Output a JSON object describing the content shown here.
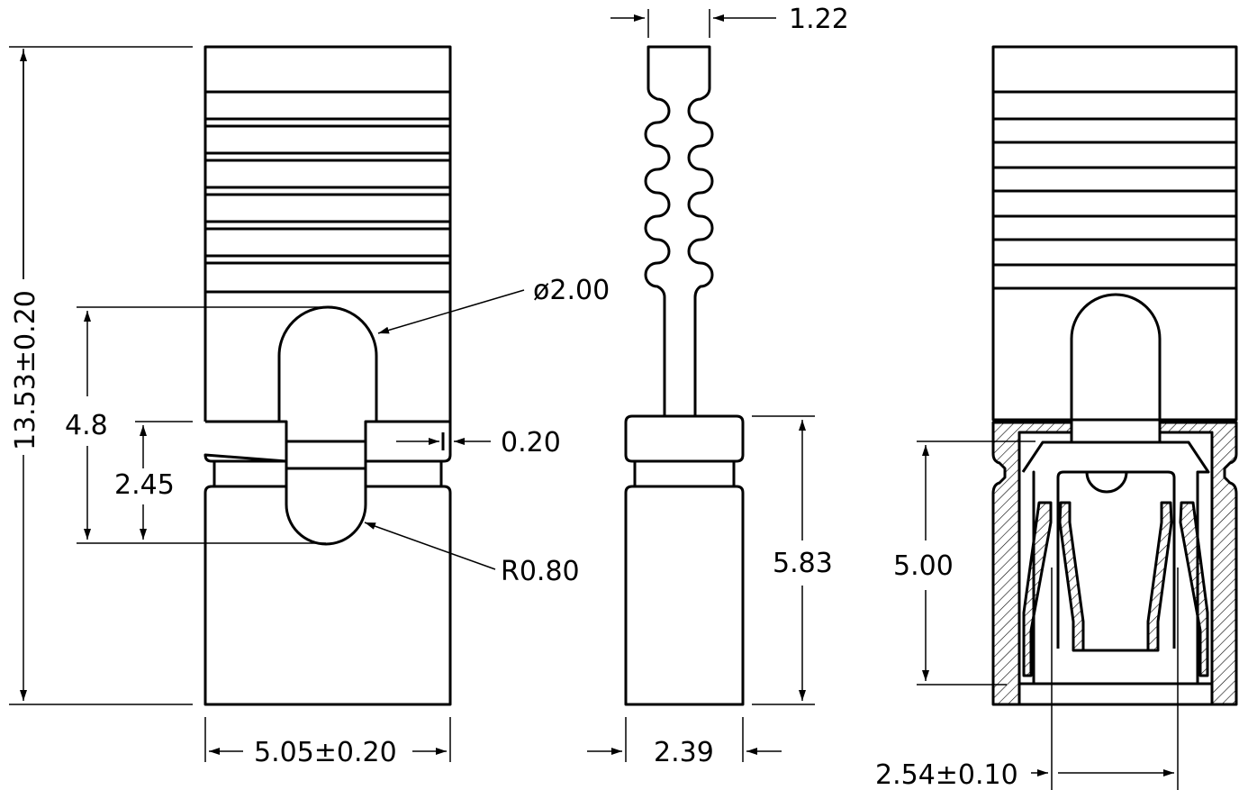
{
  "dimensions": {
    "stem_width": "1.22",
    "hole_diameter": "ø2.00",
    "total_height": "13.53±0.20",
    "slot_height": "4.8",
    "lower_slot": "2.45",
    "step": "0.20",
    "radius": "R0.80",
    "front_width": "5.05±0.20",
    "side_width": "2.39",
    "side_height": "5.83",
    "contact_depth": "5.00",
    "pitch": "2.54±0.10"
  },
  "colors": {
    "line": "#000000",
    "background": "#ffffff"
  }
}
